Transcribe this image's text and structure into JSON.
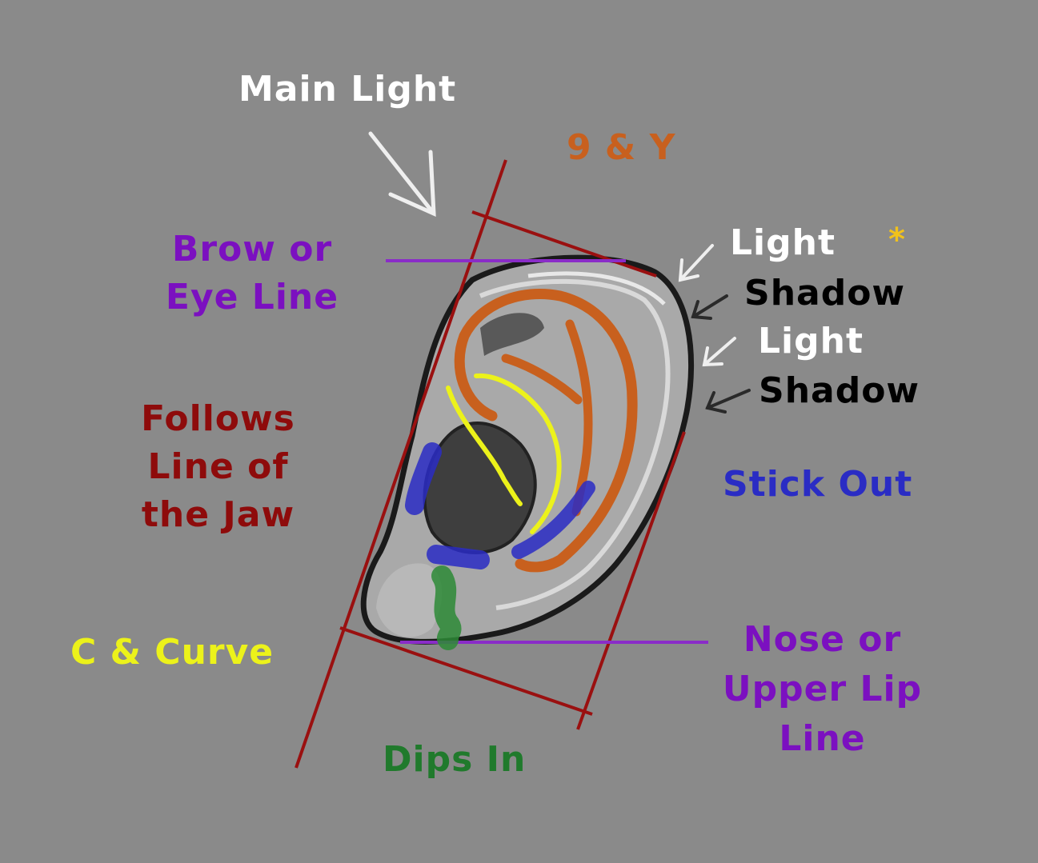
{
  "colors": {
    "background": "#8a8a8a",
    "white": "#ffffff",
    "black": "#000000",
    "orange": "#c8601e",
    "purple": "#7b10c0",
    "dark_red": "#8e0b0b",
    "yellow": "#ecf21a",
    "blue": "#2a2cc4",
    "green": "#207a2c",
    "star": "#f2c21a",
    "ear_outline": "#1a1a1a",
    "guide_line": "#9a1010"
  },
  "labels": {
    "main_light": "Main Light",
    "nine_and_y": "9 & Y",
    "brow_eye_line": [
      "Brow or",
      "Eye Line"
    ],
    "follows_jaw": [
      "Follows",
      "Line of",
      "the Jaw"
    ],
    "c_and_curve": "C & Curve",
    "dips_in": "Dips In",
    "stick_out": "Stick Out",
    "nose_lip_line": [
      "Nose or",
      "Upper Lip",
      "Line"
    ],
    "light_1": "Light",
    "shadow_1": "Shadow",
    "light_2": "Light",
    "shadow_2": "Shadow",
    "star": "*"
  },
  "icons": [
    "arrow-icon",
    "star-icon"
  ]
}
